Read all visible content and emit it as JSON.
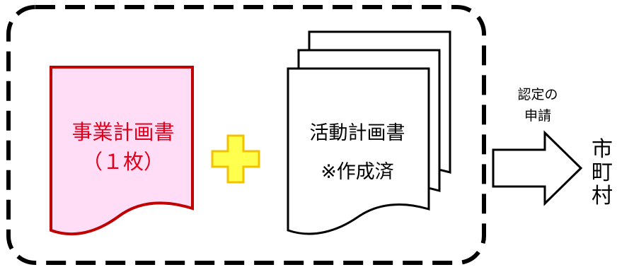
{
  "group": {
    "business_plan": {
      "line1": "事業計画書",
      "line2": "（１枚）",
      "fill": "#ffddf7",
      "stroke": "#c00000",
      "text_color": "#e0001b"
    },
    "plus_sign": {
      "fill": "#ffff4d",
      "stroke": "#f2c200"
    },
    "activity_plan": {
      "line1": "活動計画書",
      "line2": "※作成済",
      "sheet_count": 3,
      "fill": "#ffffff",
      "stroke": "#000000"
    },
    "border_color": "#000000"
  },
  "arrow": {
    "label_line1": "認定の",
    "label_line2": "申請"
  },
  "destination": {
    "char1": "市",
    "char2": "町",
    "char3": "村"
  }
}
